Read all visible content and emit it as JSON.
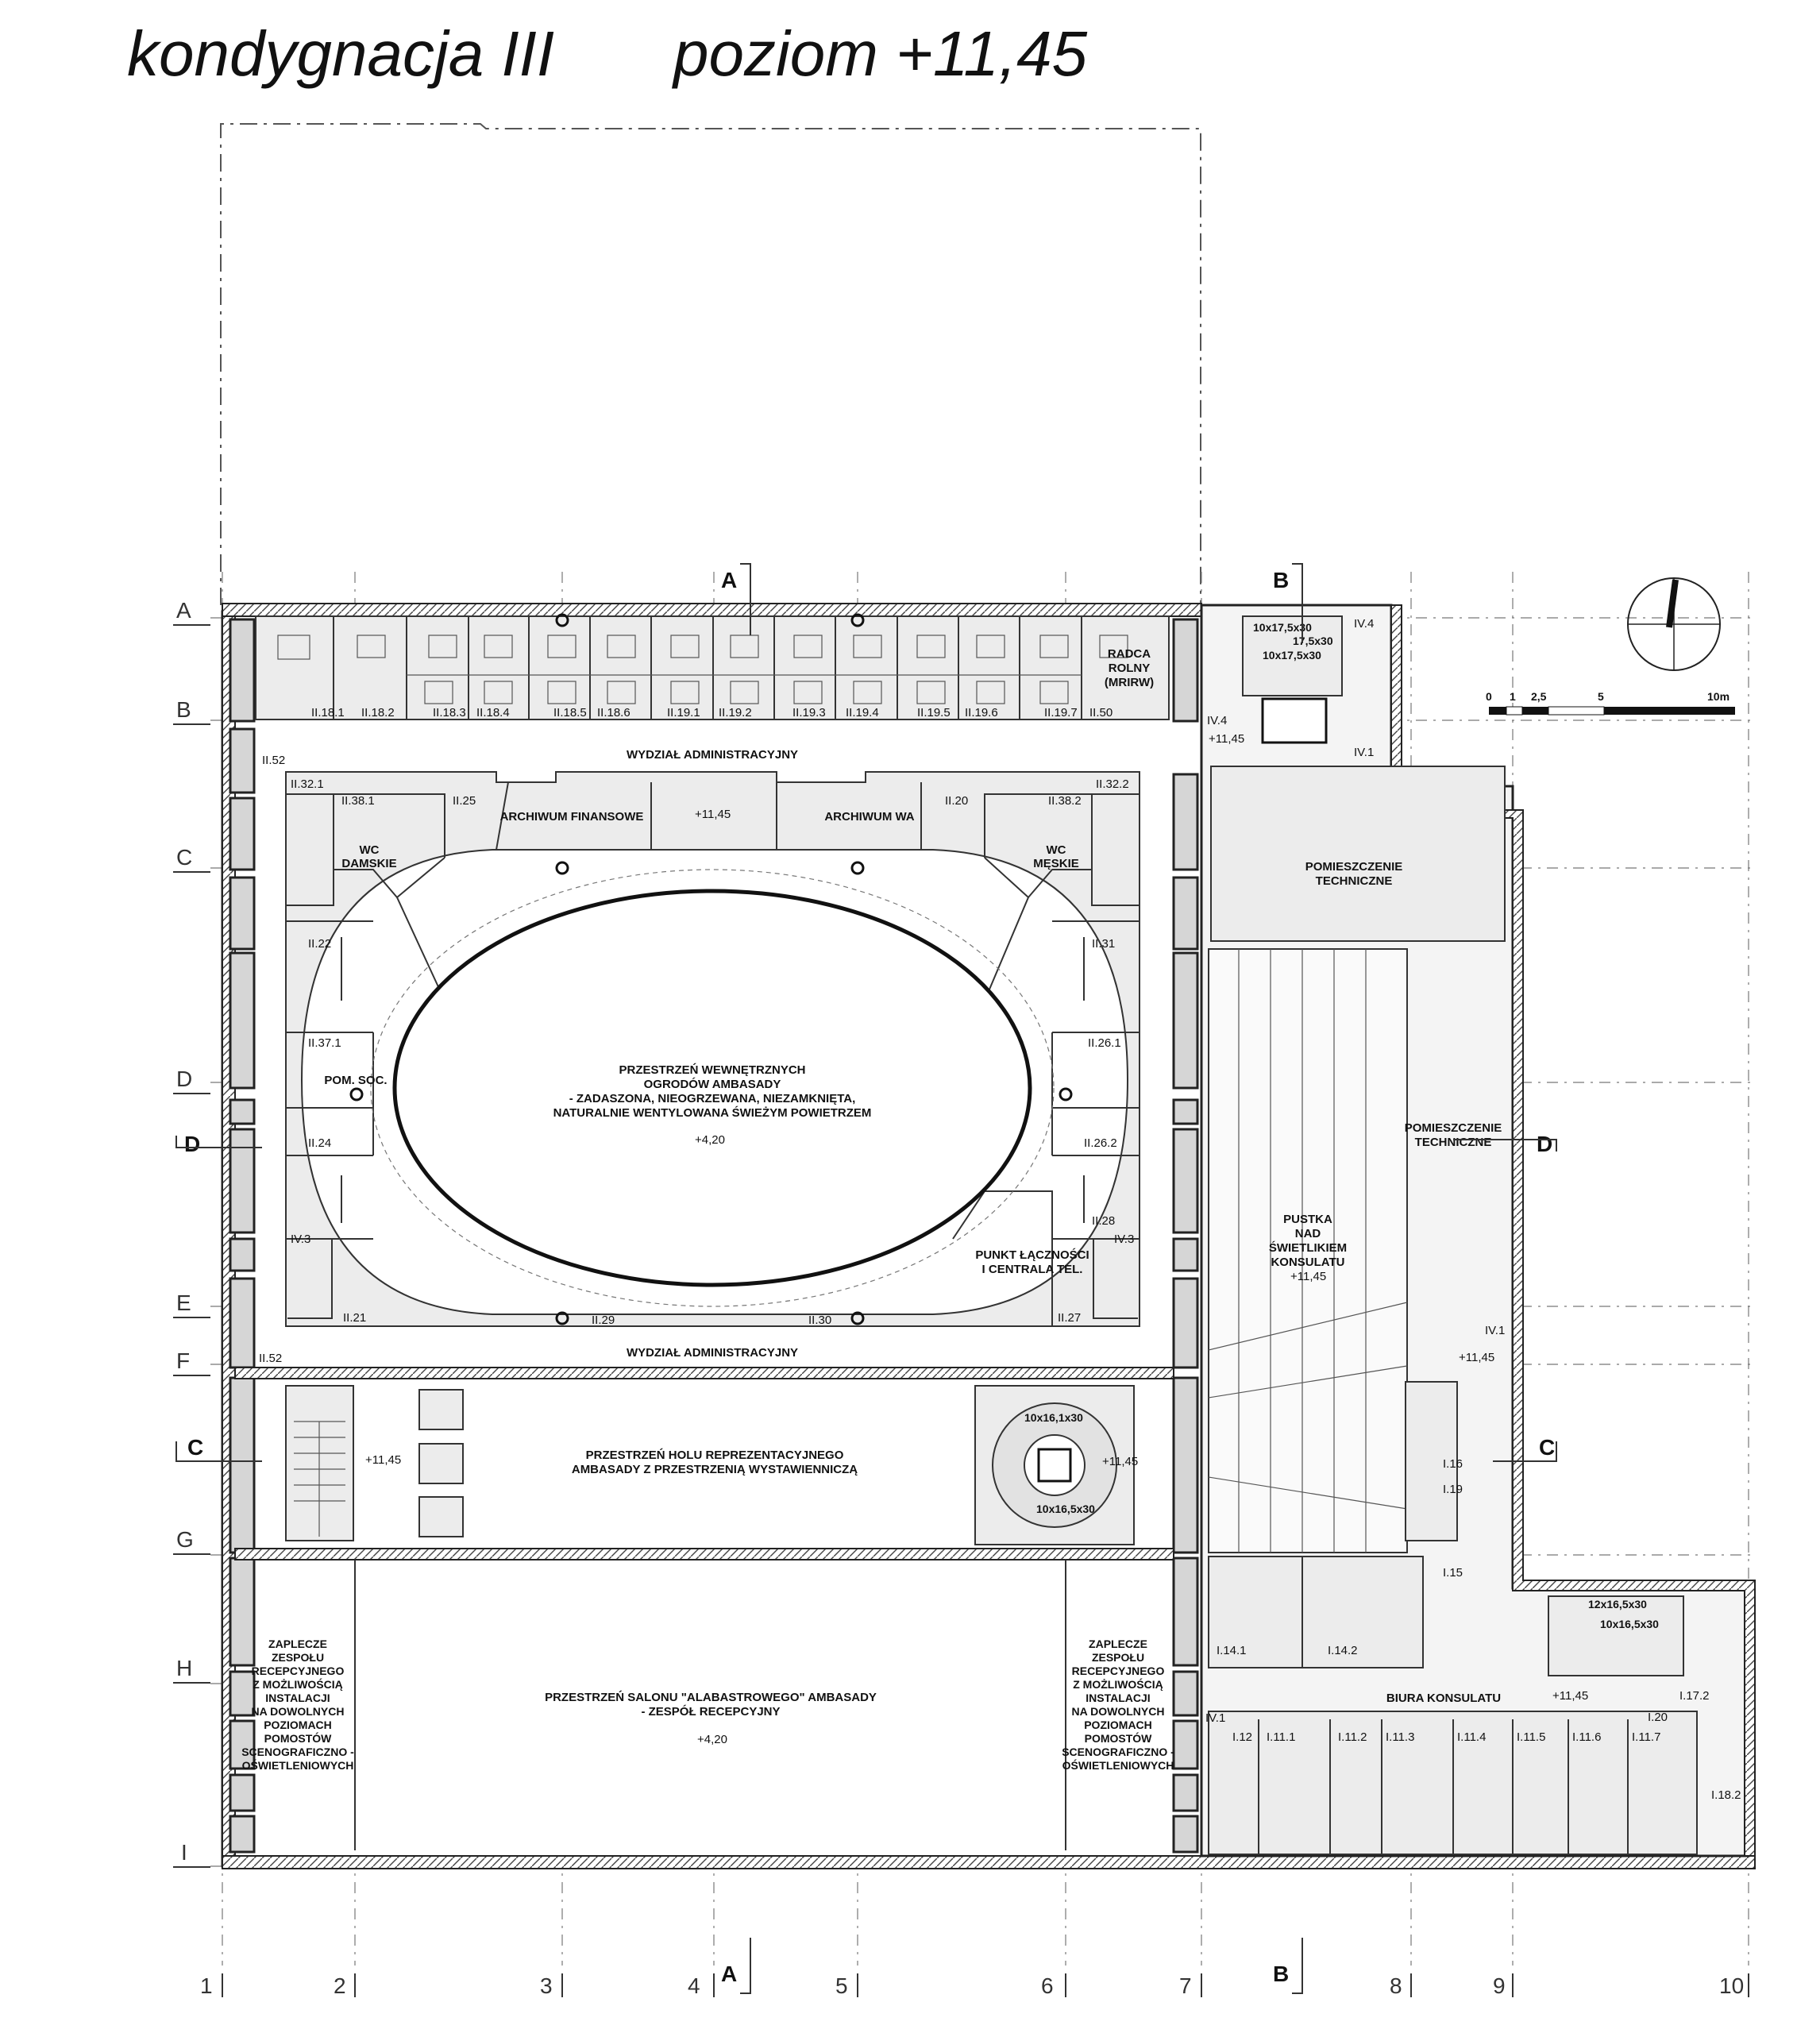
{
  "header": {
    "floor": "kondygnacja III",
    "level": "poziom +11,45"
  },
  "grid": {
    "rows": [
      "A",
      "B",
      "C",
      "D",
      "E",
      "F",
      "G",
      "H",
      "I"
    ],
    "cols": [
      "1",
      "2",
      "3",
      "4",
      "5",
      "6",
      "7",
      "8",
      "9",
      "10"
    ]
  },
  "sections": {
    "a": "A",
    "b": "B",
    "c": "C",
    "d": "D"
  },
  "scale": {
    "ticks": [
      "0",
      "1",
      "2,5",
      "5",
      "10m"
    ]
  },
  "levels": {
    "upper": "+11,45",
    "lower": "+4,20"
  },
  "rooms": {
    "n_18_1": "II.18.1",
    "n_18_2": "II.18.2",
    "n_18_3": "II.18.3",
    "n_18_4": "II.18.4",
    "n_18_5": "II.18.5",
    "n_18_6": "II.18.6",
    "n_19_1": "II.19.1",
    "n_19_2": "II.19.2",
    "n_19_3": "II.19.3",
    "n_19_4": "II.19.4",
    "n_19_5": "II.19.5",
    "n_19_6": "II.19.6",
    "n_19_7": "II.19.7",
    "n_50": "II.50",
    "n_52a": "II.52",
    "n_52b": "II.52",
    "n_32_1": "II.32.1",
    "n_38_1": "II.38.1",
    "n_25": "II.25",
    "n_20": "II.20",
    "n_38_2": "II.38.2",
    "n_32_2": "II.32.2",
    "n_22": "II.22",
    "n_31": "II.31",
    "n_37_1": "II.37.1",
    "n_26_1": "II.26.1",
    "n_24": "II.24",
    "n_26_2": "II.26.2",
    "n_28": "II.28",
    "n_21": "II.21",
    "n_29": "II.29",
    "n_30": "II.30",
    "n_27": "II.27",
    "n_iv3a": "IV.3",
    "n_iv3b": "IV.3",
    "n_iv4a": "IV.4",
    "n_iv4b": "IV.4",
    "n_iv1a": "IV.1",
    "n_iv1b": "IV.1",
    "n_iv1c": "IV.1",
    "n_i16": "I.16",
    "n_i19": "I.19",
    "n_i15": "I.15",
    "n_i14_1": "I.14.1",
    "n_i14_2": "I.14.2",
    "n_i20": "I.20",
    "n_i17_2": "I.17.2",
    "n_i18_2": "I.18.2",
    "n_i12": "I.12",
    "n_i11_1": "I.11.1",
    "n_i11_2": "I.11.2",
    "n_i11_3": "I.11.3",
    "n_i11_4": "I.11.4",
    "n_i11_5": "I.11.5",
    "n_i11_6": "I.11.6",
    "n_i11_7": "I.11.7"
  },
  "labels": {
    "radca": [
      "RADCA",
      "ROLNY",
      "(MRIRW)"
    ],
    "wydzial": "WYDZIAŁ ADMINISTRACYJNY",
    "arch_fin": "ARCHIWUM FINANSOWE",
    "arch_wa": "ARCHIWUM WA",
    "wc_d": [
      "WC",
      "DAMSKIE"
    ],
    "wc_m": [
      "WC",
      "MĘSKIE"
    ],
    "pom_soc": "POM. SOC.",
    "ogrod": [
      "PRZESTRZEŃ WEWNĘTRZNYCH",
      "OGRODÓW AMBASADY",
      "- ZADASZONA, NIEOGRZEWANA, NIEZAMKNIĘTA,",
      "NATURALNIE WENTYLOWANA ŚWIEŻYM POWIETRZEM"
    ],
    "punkt": [
      "PUNKT ŁĄCZNOŚCI",
      "I CENTRALA TEL."
    ],
    "pom_tech": [
      "POMIESZCZENIE",
      "TECHNICZNE"
    ],
    "pustka": [
      "PUSTKA",
      "NAD",
      "ŚWIETLIKIEM",
      "KONSULATU"
    ],
    "hol": [
      "PRZESTRZEŃ HOLU REPREZENTACYJNEGO",
      "AMBASADY Z PRZESTRZENIĄ WYSTAWIENNICZĄ"
    ],
    "salon": [
      "PRZESTRZEŃ SALONU \"ALABASTROWEGO\" AMBASADY",
      "- ZESPÓŁ RECEPCYJNY"
    ],
    "zaplecze": [
      "ZAPLECZE",
      "ZESPOŁU",
      "RECEPCYJNEGO",
      "Z MOŻLIWOŚCIĄ",
      "INSTALACJI",
      "NA DOWOLNYCH",
      "POZIOMACH",
      "POMOSTÓW",
      "SCENOGRAFICZNO -",
      "OŚWIETLENIOWYCH"
    ],
    "biura": "BIURA KONSULATU",
    "stair_specs": [
      "10x17,5x30",
      "17,5x30",
      "10x17,5x30",
      "10x16,1x30",
      "10x16,5x30",
      "12x16,5x30",
      "10x16,5x30"
    ]
  }
}
